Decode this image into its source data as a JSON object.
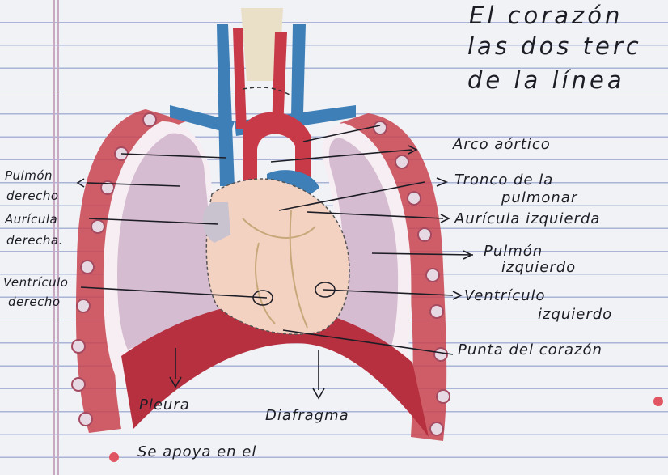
{
  "notes": {
    "line1": "El corazón",
    "line2": "las dos terc",
    "line3": "de la línea",
    "footer": "Se apoya en el"
  },
  "labels": {
    "pulmon_derecho": [
      "Pulmón",
      "derecho"
    ],
    "auricula_derecha": [
      "Aurícula",
      "derecha."
    ],
    "ventriculo_derecho": [
      "Ventrículo",
      "derecho"
    ],
    "arco_aortico": "Arco aórtico",
    "tronco_pulmonar": [
      "Tronco de la",
      "pulmonar"
    ],
    "auricula_izquierda": "Aurícula izquierda",
    "pulmon_izquierdo": [
      "Pulmón",
      "izquierdo"
    ],
    "ventriculo_izquierdo": [
      "Ventrículo",
      "izquierdo"
    ],
    "punta_corazon": "Punta del corazón",
    "pleura": "Pleura",
    "diafragma": "Diafragma"
  },
  "colors": {
    "vein_blue": "#3e7fb7",
    "artery_red": "#c83a48",
    "lung_pink": "#e8c7d6",
    "diaphragm": "#b7303f",
    "heart": "#f4d2c2",
    "ink": "#1d1d26",
    "paper_line": "#a9b4d6"
  }
}
